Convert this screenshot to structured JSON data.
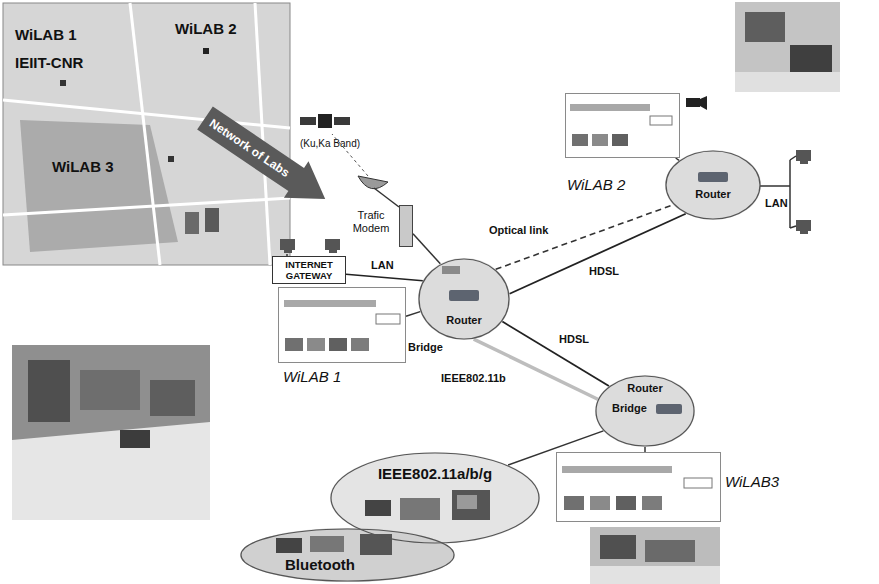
{
  "diagram": {
    "nodes": [
      {
        "text": [
          "Router"
        ]
      },
      {
        "text": [
          "Router"
        ]
      },
      {
        "text": [
          "Router"
        ]
      },
      {
        "text": [
          "Trafic Modem"
        ]
      },
      {
        "text": [
          "INTERNET GATEWAY"
        ]
      },
      {
        "text": [
          "WiLAB 1"
        ]
      },
      {
        "text": [
          "WiLAB 2"
        ]
      },
      {
        "text": [
          "WiLAB3"
        ]
      },
      {
        "text": [
          "IEEE802.11a/b/g"
        ]
      },
      {
        "text": [
          "Bluetooth"
        ]
      }
    ],
    "edges": [
      {
        "from": 0,
        "to": 1,
        "label": "Optical link",
        "arrow": "none"
      },
      {
        "from": 0,
        "to": 1,
        "label": "HDSL",
        "arrow": "none"
      },
      {
        "from": 0,
        "to": 2,
        "label": "HDSL",
        "arrow": "none"
      },
      {
        "from": 0,
        "to": 2,
        "label": "IEEE802.11b",
        "arrow": "none"
      },
      {
        "from": 3,
        "to": 0,
        "arrow": "none"
      },
      {
        "from": 4,
        "to": 0,
        "label": "LAN",
        "arrow": "none"
      },
      {
        "from": 0,
        "to": 5,
        "arrow": "none"
      },
      {
        "from": 1,
        "to": 6,
        "arrow": "none"
      },
      {
        "from": 2,
        "to": 7,
        "arrow": "none"
      },
      {
        "from": 2,
        "to": 8,
        "arrow": "none"
      }
    ],
    "labels": [
      "WiLAB 1",
      "IEIIT-CNR",
      "WiLAB 2",
      "WiLAB 3",
      "Network of Labs",
      "(Ku,Ka Band)",
      "LAN",
      "Bridge",
      "Bridge"
    ]
  }
}
